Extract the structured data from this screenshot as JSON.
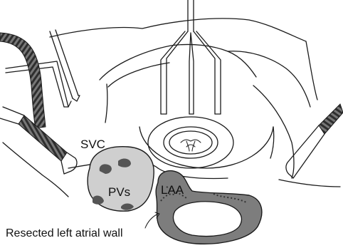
{
  "labels": {
    "svc": "SVC",
    "pvs": "PVs",
    "laa": "LAA",
    "resected_wall": "Resected left atrial wall"
  },
  "colors": {
    "ink": "#1a1a1a",
    "pvs_fill": "#cfcfcf",
    "pv_ostia": "#555555",
    "laa_fill": "#7d7d7d",
    "laa_hole": "#ffffff",
    "tube_dark": "#4a4a4a"
  }
}
